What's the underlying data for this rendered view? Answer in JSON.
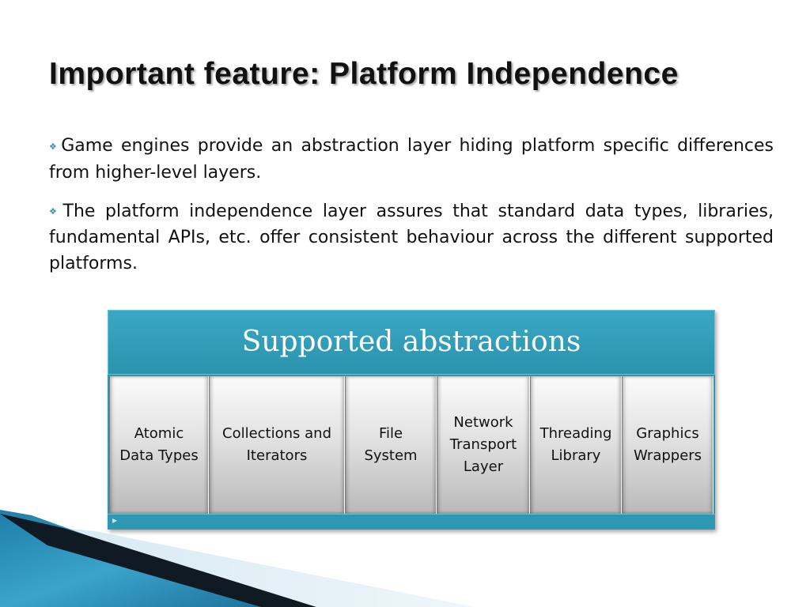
{
  "title": "Important feature: Platform Independence",
  "bullets": [
    "Game engines provide an abstraction layer hiding platform specific differences from higher-level layers.",
    "The platform independence layer assures that standard data types, libraries, fundamental APIs, etc. offer consistent behaviour across the different supported platforms."
  ],
  "bullet_icon": "diamond-bullet-icon",
  "diagram": {
    "header": "Supported abstractions",
    "cells": [
      "Atomic\nData Types",
      "Collections and\nIterators",
      "File\nSystem",
      "Network\nTransport\nLayer",
      "Threading\nLibrary",
      "Graphics\nWrappers"
    ]
  },
  "colors": {
    "accent": "#2d97b2",
    "decoration_dark": "#0f1a22",
    "decoration_blue": "#2a8fb8"
  }
}
